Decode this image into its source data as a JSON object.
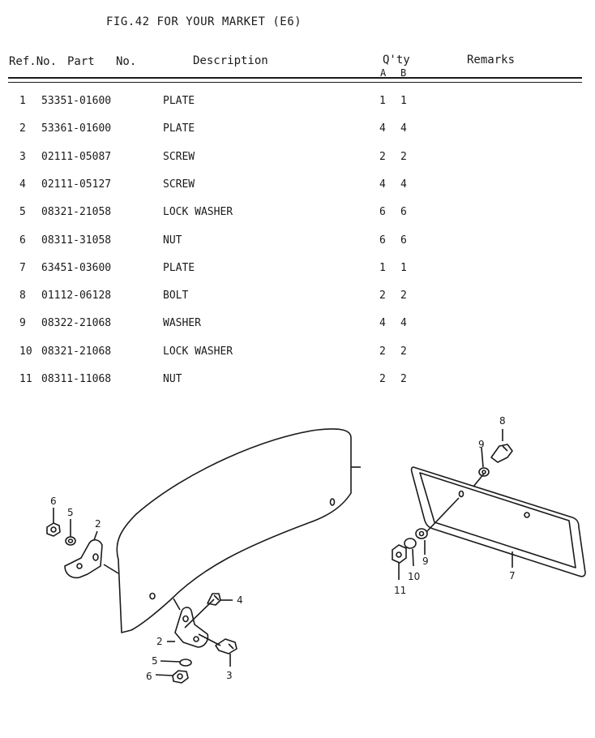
{
  "figure": {
    "title": "FIG.42  FOR YOUR MARKET (E6)"
  },
  "headers": {
    "ref_no": "Ref.No.",
    "part": "Part",
    "no": "No.",
    "description": "Description",
    "qty": "Q'ty",
    "qty_a": "A",
    "qty_b": "B",
    "remarks": "Remarks"
  },
  "parts": [
    {
      "ref": "1",
      "part_no": "53351-01600",
      "description": "PLATE",
      "qty_a": "1",
      "qty_b": "1"
    },
    {
      "ref": "2",
      "part_no": "53361-01600",
      "description": "PLATE",
      "qty_a": "4",
      "qty_b": "4"
    },
    {
      "ref": "3",
      "part_no": "02111-05087",
      "description": "SCREW",
      "qty_a": "2",
      "qty_b": "2"
    },
    {
      "ref": "4",
      "part_no": "02111-05127",
      "description": "SCREW",
      "qty_a": "4",
      "qty_b": "4"
    },
    {
      "ref": "5",
      "part_no": "08321-21058",
      "description": "LOCK WASHER",
      "qty_a": "6",
      "qty_b": "6"
    },
    {
      "ref": "6",
      "part_no": "08311-31058",
      "description": "NUT",
      "qty_a": "6",
      "qty_b": "6"
    },
    {
      "ref": "7",
      "part_no": "63451-03600",
      "description": "PLATE",
      "qty_a": "1",
      "qty_b": "1"
    },
    {
      "ref": "8",
      "part_no": "01112-06128",
      "description": "BOLT",
      "qty_a": "2",
      "qty_b": "2"
    },
    {
      "ref": "9",
      "part_no": "08322-21068",
      "description": "WASHER",
      "qty_a": "4",
      "qty_b": "4"
    },
    {
      "ref": "10",
      "part_no": "08321-21068",
      "description": "LOCK WASHER",
      "qty_a": "2",
      "qty_b": "2"
    },
    {
      "ref": "11",
      "part_no": "08311-11068",
      "description": "NUT",
      "qty_a": "2",
      "qty_b": "2"
    }
  ],
  "diagram_callouts": {
    "left_6": "6",
    "left_5": "5",
    "left_2": "2",
    "mid_4": "4",
    "mid_2": "2",
    "mid_5": "5",
    "mid_6": "6",
    "mid_3": "3",
    "right_8": "8",
    "right_9_top": "9",
    "right_9_bottom": "9",
    "right_10": "10",
    "right_11": "11",
    "right_7": "7"
  }
}
